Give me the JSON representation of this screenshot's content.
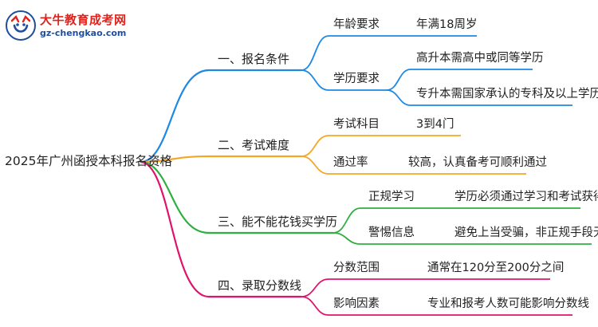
{
  "colors": {
    "branch_blue": "#1e88e5",
    "branch_orange": "#f5a623",
    "branch_green": "#2eaf3f",
    "branch_pink": "#e0136b",
    "logo_red": "#e0231c",
    "logo_blue": "#1f4e9c"
  },
  "logo": {
    "name": "大牛教育成考网",
    "url": "gz-chengkao.com"
  },
  "root": {
    "label": "2025年广州函授本科报名资格"
  },
  "branches": [
    {
      "label": "一、报名条件",
      "children": [
        {
          "label": "年龄要求",
          "details": [
            "年满18周岁"
          ]
        },
        {
          "label": "学历要求",
          "details": [
            "高升本需高中或同等学历",
            "专升本需国家承认的专科及以上学历"
          ]
        }
      ]
    },
    {
      "label": "二、考试难度",
      "children": [
        {
          "label": "考试科目",
          "details": [
            "3到4门"
          ]
        },
        {
          "label": "通过率",
          "details": [
            "较高，认真备考可顺利通过"
          ]
        }
      ]
    },
    {
      "label": "三、能不能花钱买学历",
      "children": [
        {
          "label": "正规学习",
          "details": [
            "学历必须通过学习和考试获得"
          ]
        },
        {
          "label": "警惕信息",
          "details": [
            "避免上当受骗，非正规手段无效"
          ]
        }
      ]
    },
    {
      "label": "四、录取分数线",
      "children": [
        {
          "label": "分数范围",
          "details": [
            "通常在120分至200分之间"
          ]
        },
        {
          "label": "影响因素",
          "details": [
            "专业和报考人数可能影响分数线"
          ]
        }
      ]
    }
  ]
}
